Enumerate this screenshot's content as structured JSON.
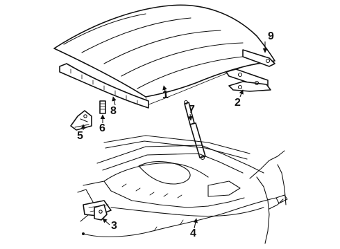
{
  "callouts": [
    {
      "id": "1",
      "part": "hood"
    },
    {
      "id": "2",
      "part": "hood hinge"
    },
    {
      "id": "3",
      "part": "hood latch"
    },
    {
      "id": "4",
      "part": "release cable"
    },
    {
      "id": "5",
      "part": "latch"
    },
    {
      "id": "6",
      "part": "bumper"
    },
    {
      "id": "7",
      "part": "support strut"
    },
    {
      "id": "8",
      "part": "seal strip"
    },
    {
      "id": "9",
      "part": "insulator retainer"
    }
  ],
  "colors": {
    "ink": "#111111",
    "paper": "#ffffff"
  }
}
